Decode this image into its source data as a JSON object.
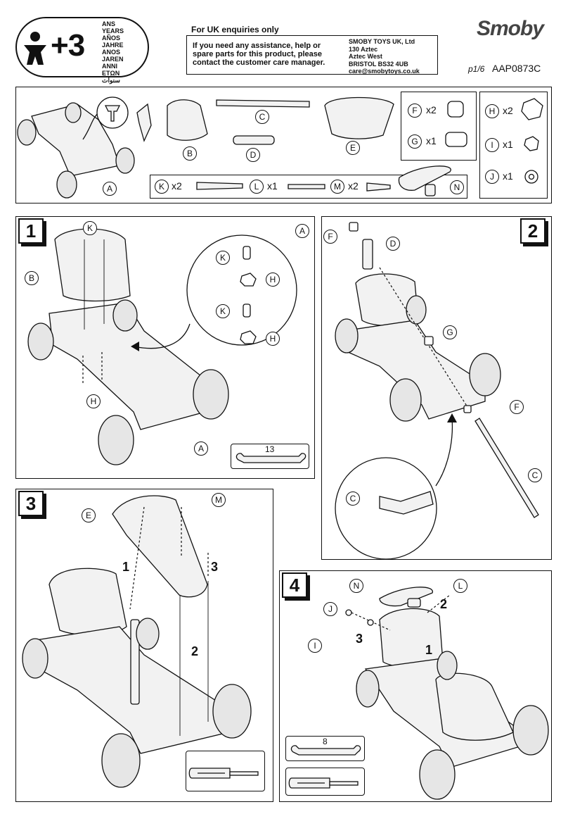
{
  "header": {
    "age_badge": {
      "symbol": "+3",
      "languages": [
        "ANS",
        "YEARS",
        "AÑOS",
        "JAHRE",
        "ANOS",
        "JAREN",
        "ANNI",
        "ETΩN",
        "سنوات"
      ]
    },
    "enquiries_title": "For UK enquiries only",
    "enquiries_text": "If you need any assistance, help or spare parts for this product, please contact the customer care manager.",
    "address": [
      "SMOBY TOYS UK, Ltd",
      "130 Aztec",
      "Aztec West",
      "BRISTOL  BS32 4UB",
      "care@smobytoys.co.uk"
    ],
    "brand": "Smoby",
    "page_ref": "p1/6",
    "doc_code": "AAP0873C"
  },
  "parts": {
    "A": {
      "letter": "A"
    },
    "B": {
      "letter": "B"
    },
    "C": {
      "letter": "C"
    },
    "D": {
      "letter": "D"
    },
    "E": {
      "letter": "E"
    },
    "F": {
      "letter": "F",
      "qty": "x2"
    },
    "G": {
      "letter": "G",
      "qty": "x1"
    },
    "H": {
      "letter": "H",
      "qty": "x2"
    },
    "I": {
      "letter": "I",
      "qty": "x1"
    },
    "J": {
      "letter": "J",
      "qty": "x1"
    },
    "K": {
      "letter": "K",
      "qty": "x2"
    },
    "L": {
      "letter": "L",
      "qty": "x1"
    },
    "M": {
      "letter": "M",
      "qty": "x2"
    },
    "N": {
      "letter": "N"
    }
  },
  "steps": [
    {
      "number": "1",
      "wrench_size": "13"
    },
    {
      "number": "2"
    },
    {
      "number": "3",
      "sub_steps": [
        "1",
        "2",
        "3"
      ]
    },
    {
      "number": "4",
      "wrench_size": "8",
      "sub_steps": [
        "1",
        "2",
        "3"
      ]
    }
  ]
}
